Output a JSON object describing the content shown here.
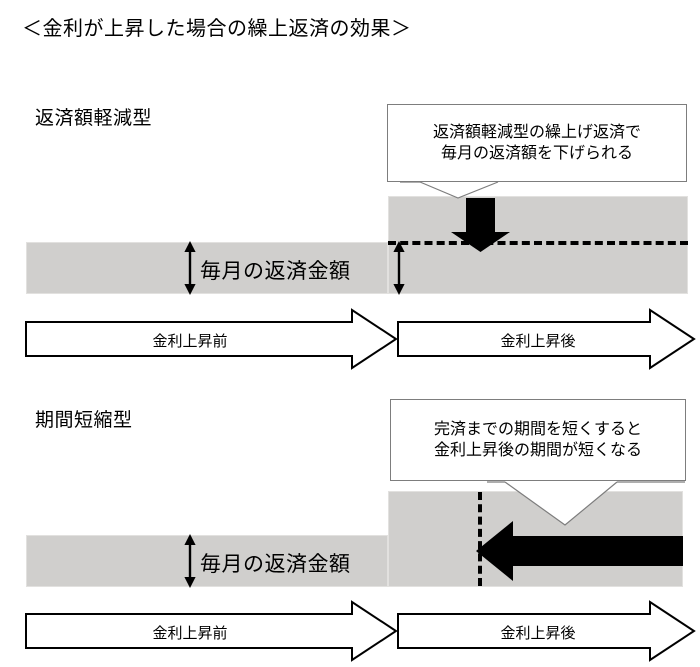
{
  "title": "＜金利が上昇した場合の繰上返済の効果＞",
  "colors": {
    "bar_fill": "#d0cfcd",
    "bar_stroke": "#e2e1df",
    "ink": "#000000",
    "callout_stroke": "#7d7d7d",
    "background": "#ffffff"
  },
  "sections": [
    {
      "id": "payment-reduction",
      "label": "返済額軽減型",
      "callout": {
        "lines": [
          "返済額軽減型の繰上げ返済で",
          "毎月の返済額を下げられる"
        ]
      },
      "measure_label": "毎月の返済金額",
      "timeline": {
        "before_label": "金利上昇前",
        "after_label": "金利上昇後"
      },
      "annotation_icons": {
        "down_arrow": "down-arrow-icon",
        "dashed_line": "dashed-line-icon",
        "left_measure": "double-headed-arrow-icon",
        "right_measure": "double-headed-arrow-icon"
      }
    },
    {
      "id": "term-reduction",
      "label": "期間短縮型",
      "callout": {
        "lines": [
          "完済までの期間を短くすると",
          "金利上昇後の期間が短くなる"
        ]
      },
      "measure_label": "毎月の返済金額",
      "timeline": {
        "before_label": "金利上昇前",
        "after_label": "金利上昇後"
      },
      "annotation_icons": {
        "left_arrow": "left-arrow-icon",
        "dashed_line": "vertical-dashed-line-icon",
        "left_measure": "double-headed-arrow-icon"
      }
    }
  ]
}
